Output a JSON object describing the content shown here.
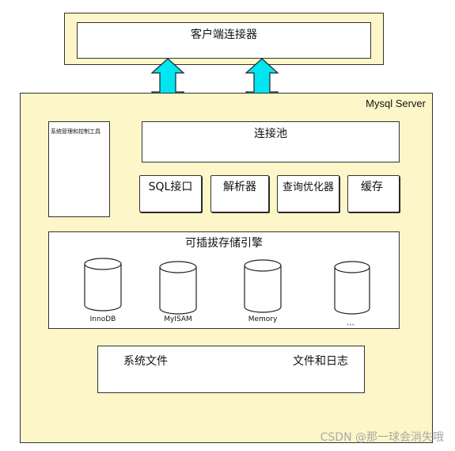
{
  "client": {
    "label": "客户端连接器"
  },
  "server": {
    "title": "Mysql  Server",
    "mgmt_tools": "系统管理和控制工具",
    "connection_pool": "连接池",
    "components": [
      {
        "label": "SQL接口"
      },
      {
        "label": "解析器"
      },
      {
        "label": "查询优化器"
      },
      {
        "label": "缓存"
      }
    ],
    "engines": {
      "title": "可插拔存储引擎",
      "items": [
        {
          "label": "InnoDB"
        },
        {
          "label": "MyISAM"
        },
        {
          "label": "Memory"
        },
        {
          "label": "、、、"
        }
      ]
    },
    "files": {
      "left": "系统文件",
      "right": "文件和日志"
    }
  },
  "colors": {
    "box_fill": "#fdf6c8",
    "arrow_fill": "#00e5ef",
    "stroke": "#333333"
  },
  "watermark": "CSDN @那一球会消失哦"
}
